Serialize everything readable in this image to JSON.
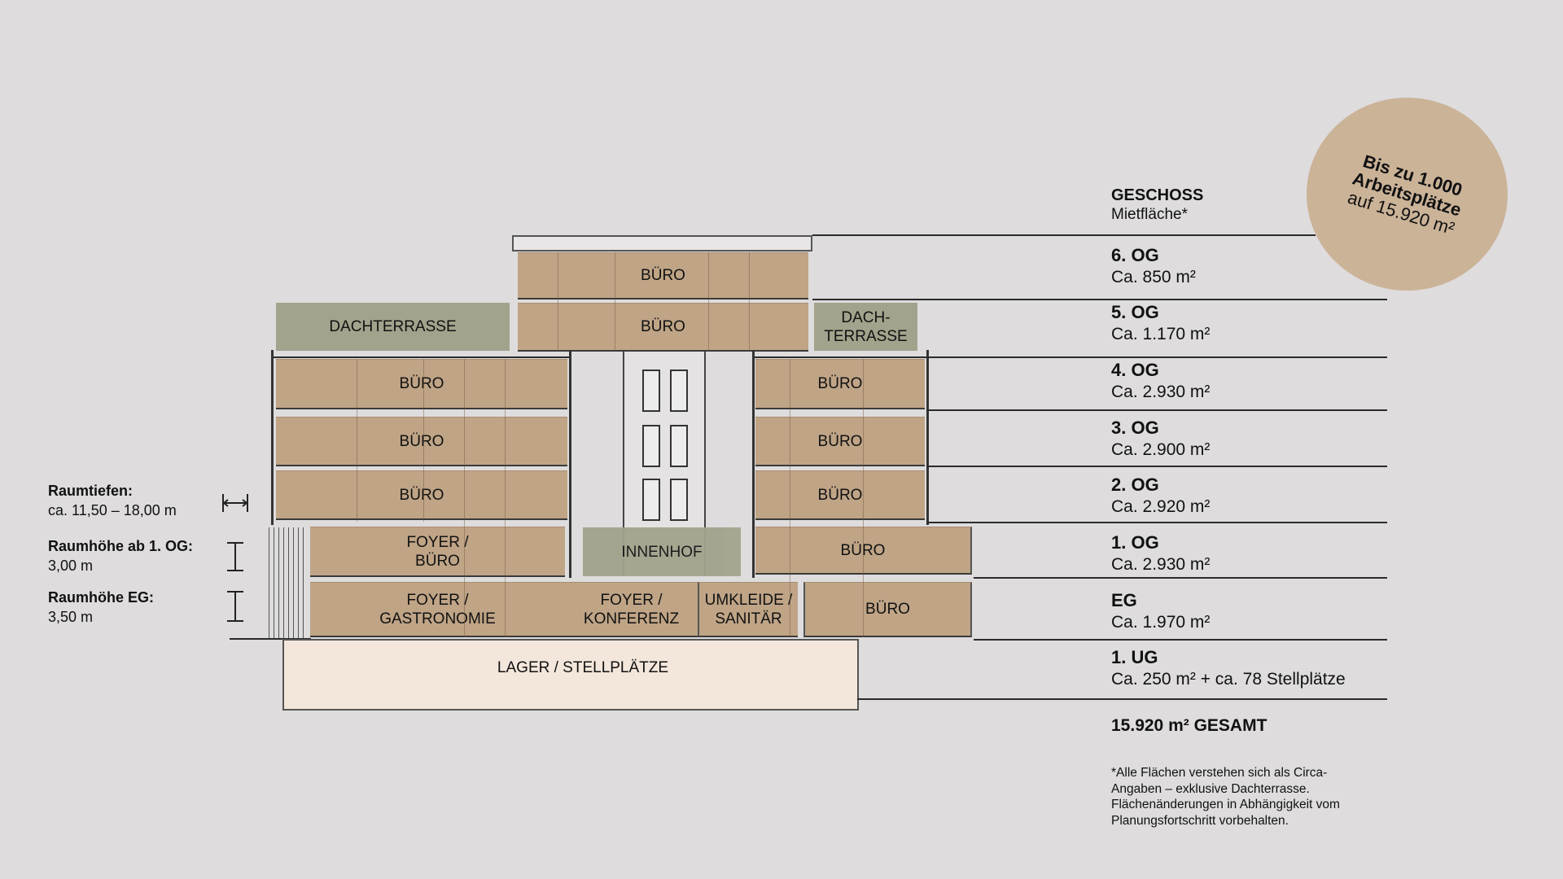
{
  "header": {
    "geschoss": "GESCHOSS",
    "mietflaeche": "Mietfläche*"
  },
  "floors": [
    {
      "name": "6. OG",
      "area": "Ca. 850 m²"
    },
    {
      "name": "5. OG",
      "area": "Ca. 1.170 m²"
    },
    {
      "name": "4. OG",
      "area": "Ca. 2.930 m²"
    },
    {
      "name": "3. OG",
      "area": "Ca. 2.900 m²"
    },
    {
      "name": "2. OG",
      "area": "Ca. 2.920 m²"
    },
    {
      "name": "1. OG",
      "area": "Ca. 2.930 m²"
    },
    {
      "name": "EG",
      "area": "Ca. 1.970 m²"
    },
    {
      "name": "1. UG",
      "area": "Ca. 250 m² + ca. 78 Stellplätze"
    }
  ],
  "total": "15.920 m² GESAMT",
  "footnote": [
    "*Alle Flächen verstehen sich als Circa-",
    "Angaben – exklusive Dachterrasse.",
    "Flächenänderungen in Abhängigkeit vom",
    "Planungsfortschritt vorbehalten."
  ],
  "badge": {
    "line1": "Bis zu 1.000",
    "line2": "Arbeitsplätze",
    "line3": "auf 15.920 m²"
  },
  "dimensions": {
    "depth_label": "Raumtiefen:",
    "depth_value": "ca. 11,50 – 18,00 m",
    "og_height_label": "Raumhöhe ab 1. OG:",
    "og_height_value": "3,00 m",
    "eg_height_label": "Raumhöhe EG:",
    "eg_height_value": "3,50 m"
  },
  "rooms": {
    "buero": "BÜRO",
    "dachterrasse": "DACHTERRASSE",
    "dachterrasse_split": [
      "DACH-",
      "TERRASSE"
    ],
    "foyer_buero": [
      "FOYER /",
      "BÜRO"
    ],
    "foyer_gastro": [
      "FOYER /",
      "GASTRONOMIE"
    ],
    "innenhof": "INNENHOF",
    "foyer_konferenz": [
      "FOYER /",
      "KONFERENZ"
    ],
    "umkleide": [
      "UMKLEIDE /",
      "SANITÄR"
    ],
    "lager": "LAGER / STELLPLÄTZE"
  },
  "colors": {
    "background": "#dedcdd",
    "office": "#bfa486",
    "terrace": "#a3a28c",
    "basement": "#f3e6db",
    "badge": "#cbb398"
  }
}
